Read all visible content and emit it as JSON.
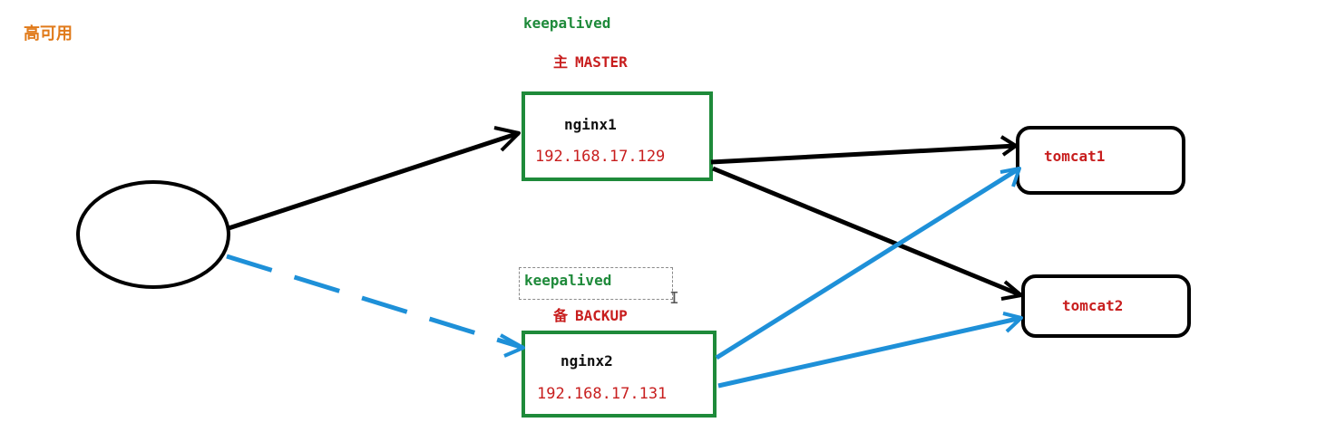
{
  "title": "高可用",
  "master": {
    "keepalived": "keepalived",
    "role_cn": "主",
    "role_en": "MASTER",
    "name": "nginx1",
    "ip": "192.168.17.129"
  },
  "backup": {
    "keepalived": "keepalived",
    "role_cn": "备",
    "role_en": "BACKUP",
    "name": "nginx2",
    "ip": "192.168.17.131"
  },
  "servers": [
    {
      "name": "tomcat1"
    },
    {
      "name": "tomcat2"
    }
  ],
  "colors": {
    "box_border": "#1e8a3a",
    "primary_link": "#111111",
    "backup_link": "#1e90d8",
    "ip_text": "#c81e1e",
    "title_text": "#e07a1a",
    "keepalived_text": "#1e8a3a"
  }
}
